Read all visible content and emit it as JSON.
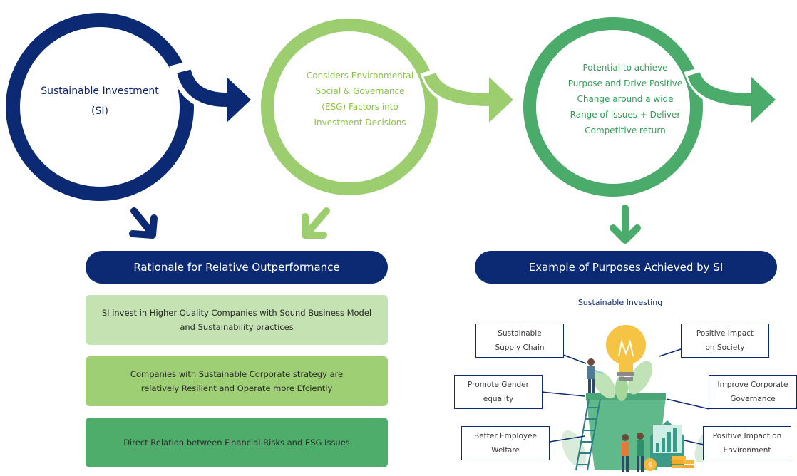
{
  "circles": [
    {
      "lines": [
        "Sustainable Investment",
        "(SI)"
      ],
      "color": "#0b2a73"
    },
    {
      "lines": [
        "Considers Environmental",
        "Social & Governance",
        "(ESG) Factors into",
        "Investment Decisions"
      ],
      "color": "#9ccd6f"
    },
    {
      "lines": [
        "Potential to achieve",
        "Purpose and Drive Positive",
        "Change around a wide",
        "Range of issues + Deliver",
        "Competitive return"
      ],
      "color": "#4aab6b"
    }
  ],
  "left_header": "Rationale for Relative Outperformance",
  "right_header": "Example of Purposes Achieved by SI",
  "rationale_boxes": [
    {
      "lines": [
        "SI invest in Higher Quality Companies with Sound Business Model",
        "and Sustainability practices"
      ],
      "color": "#c5e3b2"
    },
    {
      "lines": [
        "Companies with Sustainable Corporate strategy are",
        "relatively Resilient and Operate more Efciently"
      ],
      "color": "#9ecf74"
    },
    {
      "lines": [
        "Direct Relation between Financial Risks and ESG Issues"
      ],
      "color": "#4fad6b"
    }
  ],
  "illustration_title": "Sustainable Investing",
  "purposes": [
    {
      "id": "supply",
      "lines": [
        "Sustainable",
        "Supply Chain"
      ]
    },
    {
      "id": "society",
      "lines": [
        "Positive Impact",
        "on Society"
      ]
    },
    {
      "id": "gender",
      "lines": [
        "Promote Gender",
        "equality"
      ]
    },
    {
      "id": "governance",
      "lines": [
        "Improve Corporate",
        "Governance"
      ]
    },
    {
      "id": "welfare",
      "lines": [
        "Better Employee",
        "Welfare"
      ]
    },
    {
      "id": "environment",
      "lines": [
        "Positive Impact on",
        "Environment"
      ]
    }
  ],
  "colors": {
    "navy": "#0b2a73",
    "light_green": "#9ccd6f",
    "green": "#4aab6b",
    "bulb": "#f6c445"
  },
  "icons": [
    "arrow-right-icon",
    "arrow-down-icon",
    "lightbulb-icon",
    "ladder-icon",
    "coin-icon",
    "chart-icon",
    "plant-icon",
    "person-icon"
  ]
}
